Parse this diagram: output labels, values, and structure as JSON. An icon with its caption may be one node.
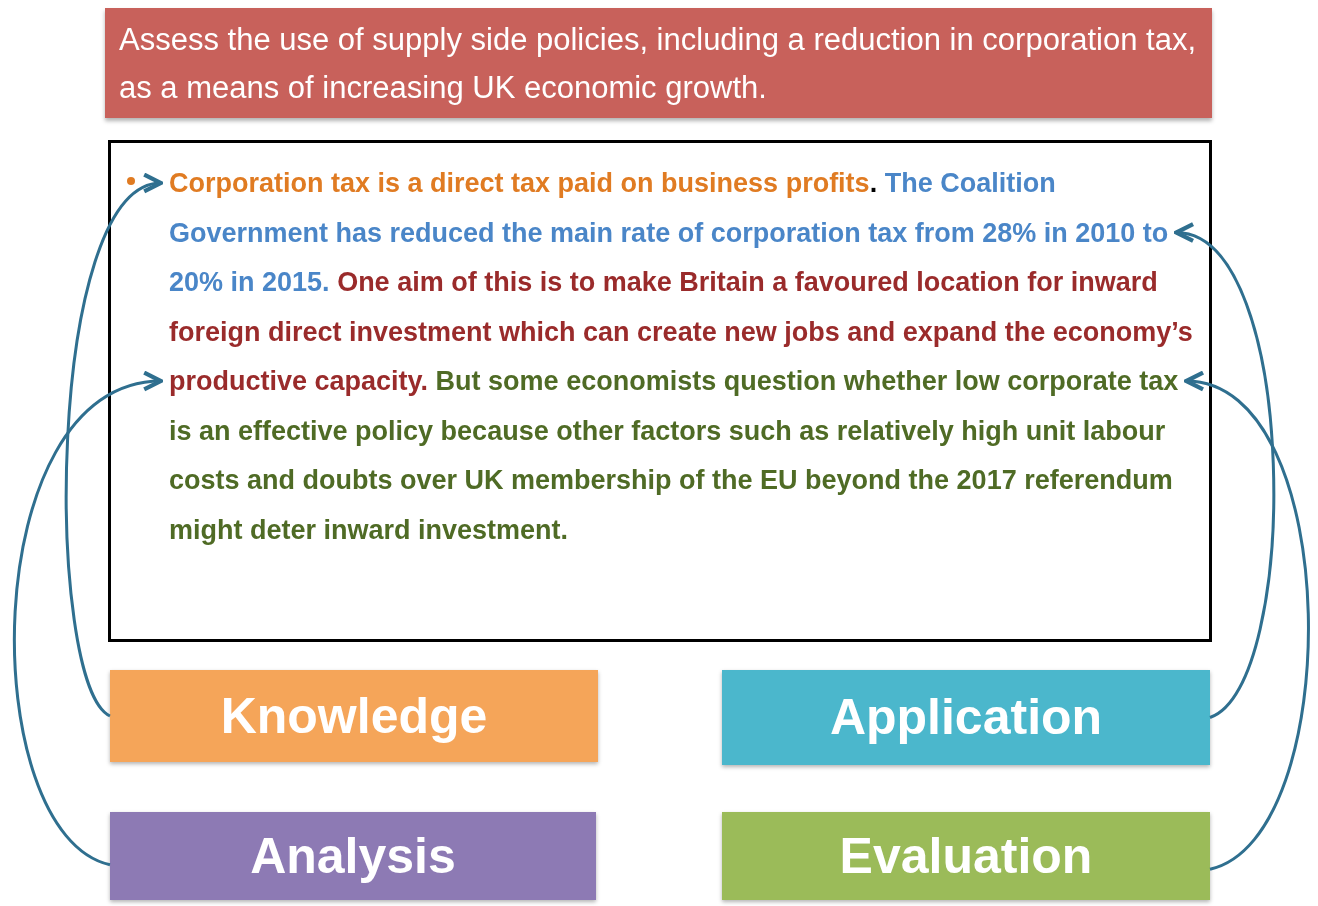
{
  "diagram": {
    "nodes": [
      {
        "text": [
          "Assess the use of supply side policies, including a reduction in corporation tax, as a means of increasing UK economic growth."
        ]
      },
      {
        "text": [],
        "shape": "box"
      },
      {
        "text": [
          "Corporation tax is a direct tax paid on business profits"
        ],
        "in": 1
      },
      {
        "text": [
          "The Coalition Government has reduced the main rate of corporation tax from 28% in 2010 to 20% in 2015."
        ],
        "in": 1
      },
      {
        "text": [
          "One aim of this is to make Britain a favoured location for inward foreign direct investment which can create new jobs and expand the economy’s productive capacity."
        ],
        "in": 1
      },
      {
        "text": [
          "But some economists question whether low corporate tax is an effective policy because other factors such as relatively high unit labour costs and doubts over UK membership of the EU beyond the 2017 referendum might deter inward investment."
        ],
        "in": 1
      },
      {
        "text": [
          "Knowledge"
        ]
      },
      {
        "text": [
          "Application"
        ]
      },
      {
        "text": [
          "Analysis"
        ]
      },
      {
        "text": [
          "Evaluation"
        ]
      }
    ],
    "edges": [
      {
        "from": 6,
        "to": 2,
        "arrow": "to"
      },
      {
        "from": 7,
        "to": 3,
        "arrow": "to"
      },
      {
        "from": 8,
        "to": 4,
        "arrow": "to"
      },
      {
        "from": 9,
        "to": 5,
        "arrow": "to"
      }
    ],
    "labels": [
      "."
    ]
  }
}
